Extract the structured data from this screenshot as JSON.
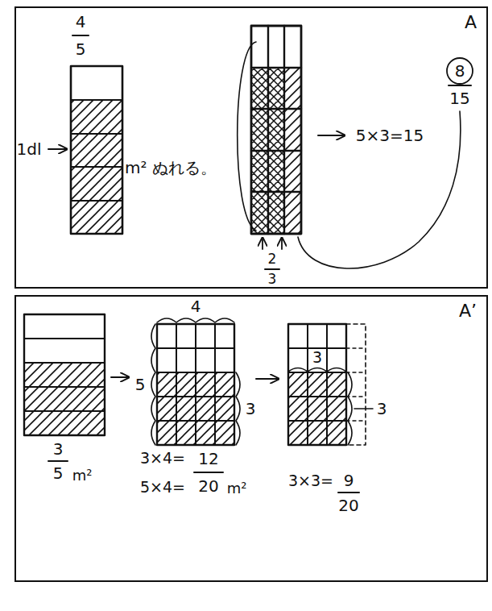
{
  "diagram": {
    "nodes": [
      {
        "text": [
          "A"
        ]
      },
      {
        "text": [
          "A’"
        ]
      }
    ],
    "labels": [
      "4",
      "5",
      "1dl",
      "m² ぬれる。",
      "2",
      "3",
      "5×3=15",
      "8",
      "15",
      "3",
      "5",
      "m²",
      "4",
      "5",
      "3",
      "3×4=",
      "12",
      "5×4=",
      "20",
      "m²",
      "3",
      "3",
      "3×3=",
      "9",
      "20"
    ]
  }
}
